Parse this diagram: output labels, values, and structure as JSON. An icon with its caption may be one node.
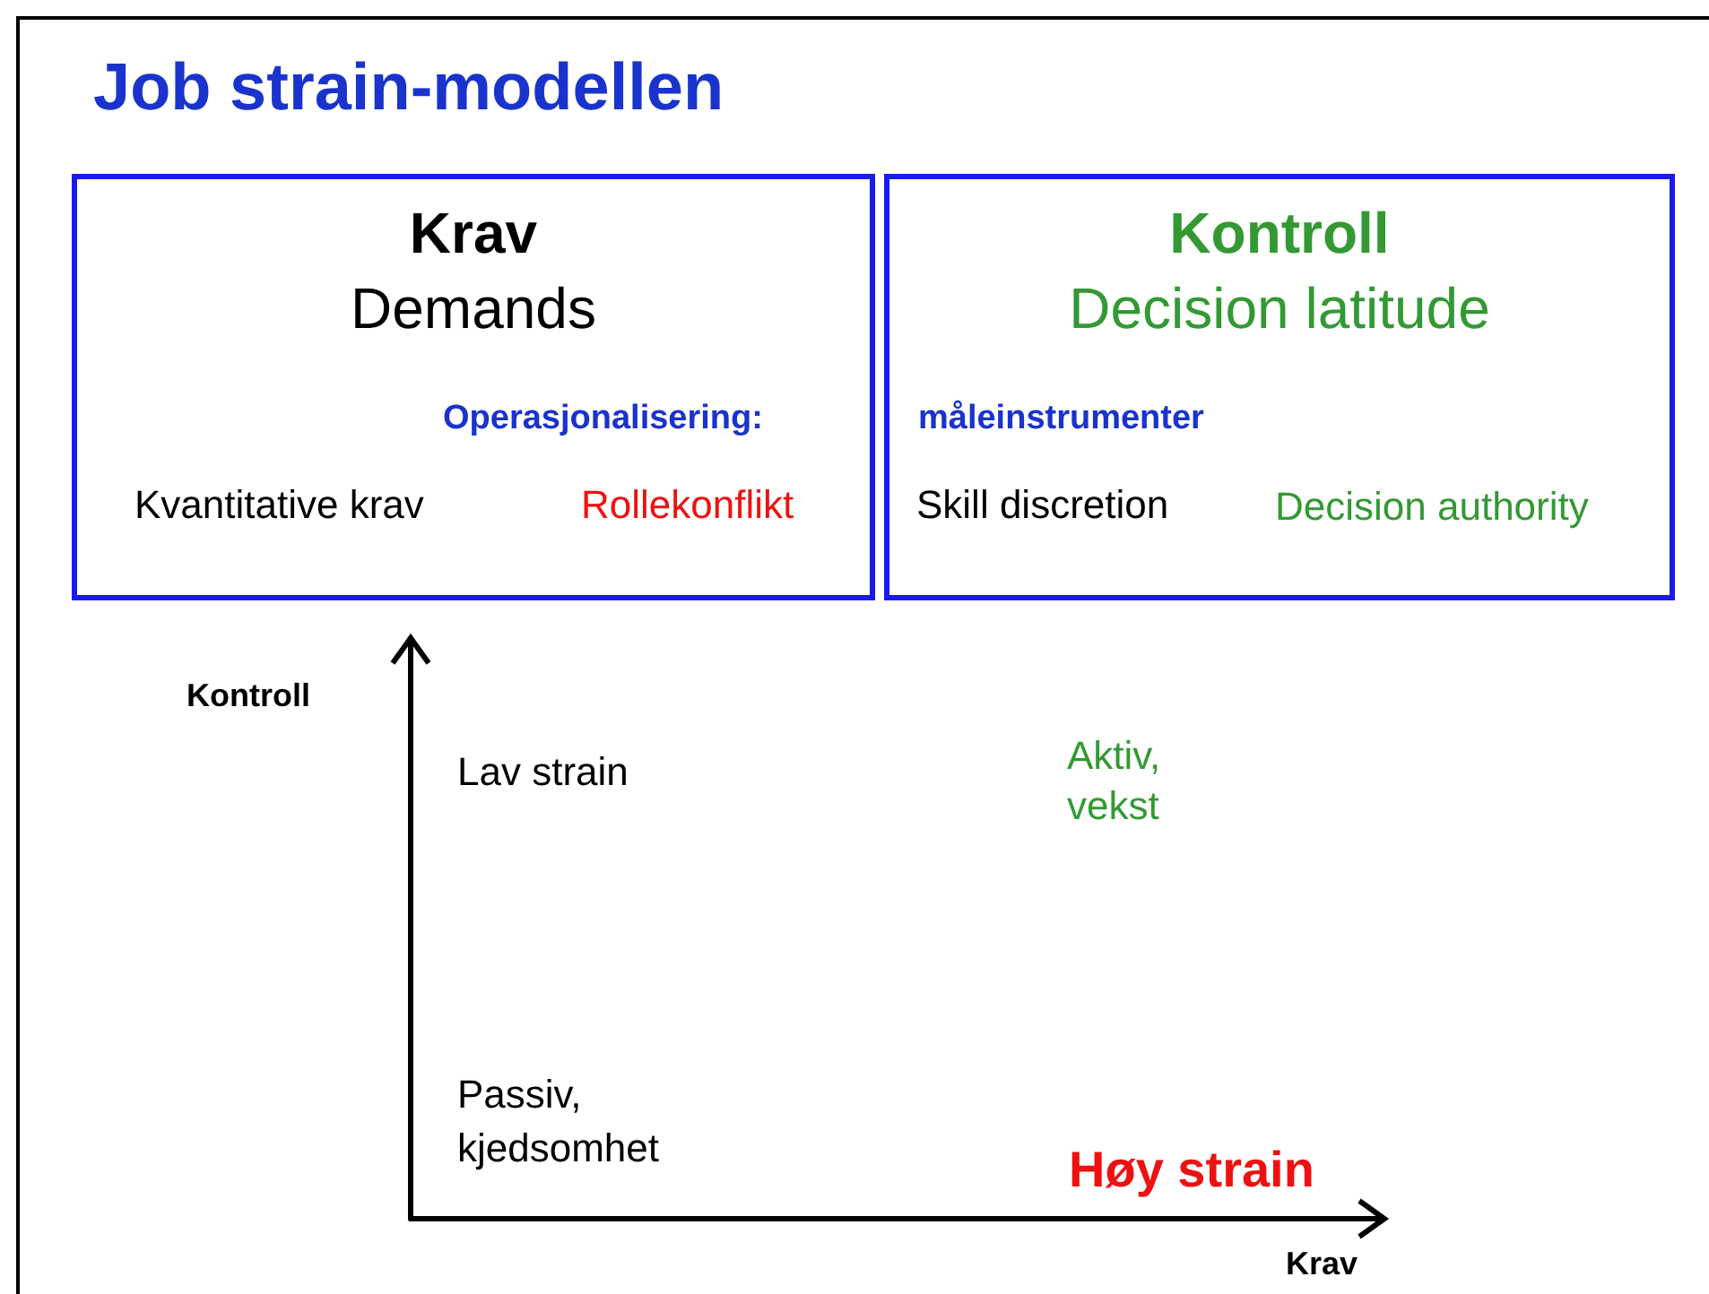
{
  "diagram": {
    "title": "Job strain-modellen",
    "nodes": [
      {
        "text": [
          "Krav",
          "Demands"
        ]
      },
      {
        "text": [
          "Kontroll",
          "Decision latitude"
        ]
      }
    ],
    "labels": [
      "Operasjonalisering:",
      "måleinstrumenter",
      "Kvantitative krav",
      "Rollekonflikt",
      "Skill discretion",
      "Decision authority",
      "Kontroll",
      "Lav strain",
      "Aktiv, vekst",
      "Passiv, kjedsomhet",
      "Høy strain",
      "Krav"
    ]
  }
}
